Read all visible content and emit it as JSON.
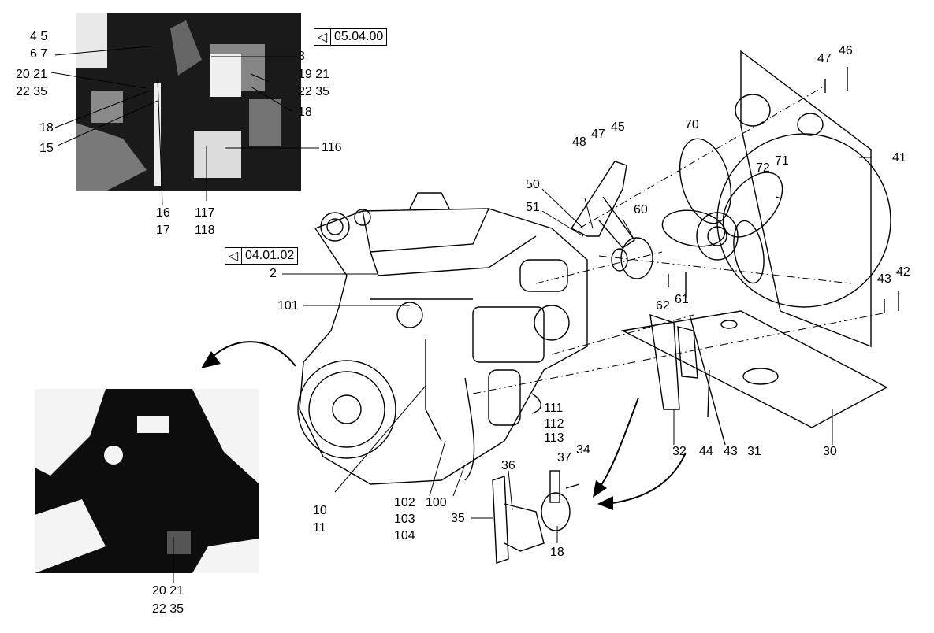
{
  "refs": {
    "top": "05.04.00",
    "mid": "04.01.02"
  },
  "labels": {
    "l4_5": "4  5",
    "l6_7": "6  7",
    "l20_21a": "20  21",
    "l22_35a": "22  35",
    "l18a": "18",
    "l15": "15",
    "l3": "3",
    "l19_21": "19  21",
    "l22_35b": "22  35",
    "l18b": "18",
    "l116": "116",
    "l16": "16",
    "l17": "17",
    "l117": "117",
    "l118": "118",
    "l47a": "47",
    "l46": "46",
    "l41": "41",
    "l70": "70",
    "l72": "72",
    "l71": "71",
    "l48": "48",
    "l47b": "47",
    "l45": "45",
    "l50": "50",
    "l51": "51",
    "l60": "60",
    "l2": "2",
    "l101": "101",
    "l62": "62",
    "l61": "61",
    "l43a": "43",
    "l42": "42",
    "l111": "111",
    "l112": "112",
    "l113": "113",
    "l37": "37",
    "l34": "34",
    "l36": "36",
    "l35": "35",
    "l18c": "18",
    "l102": "102",
    "l103": "103",
    "l104": "104",
    "l100": "100",
    "l10": "10",
    "l11": "11",
    "l32": "32",
    "l44": "44",
    "l43b": "43",
    "l31": "31",
    "l30": "30",
    "l20_21b": "20  21",
    "l22_35c": "22  35"
  }
}
